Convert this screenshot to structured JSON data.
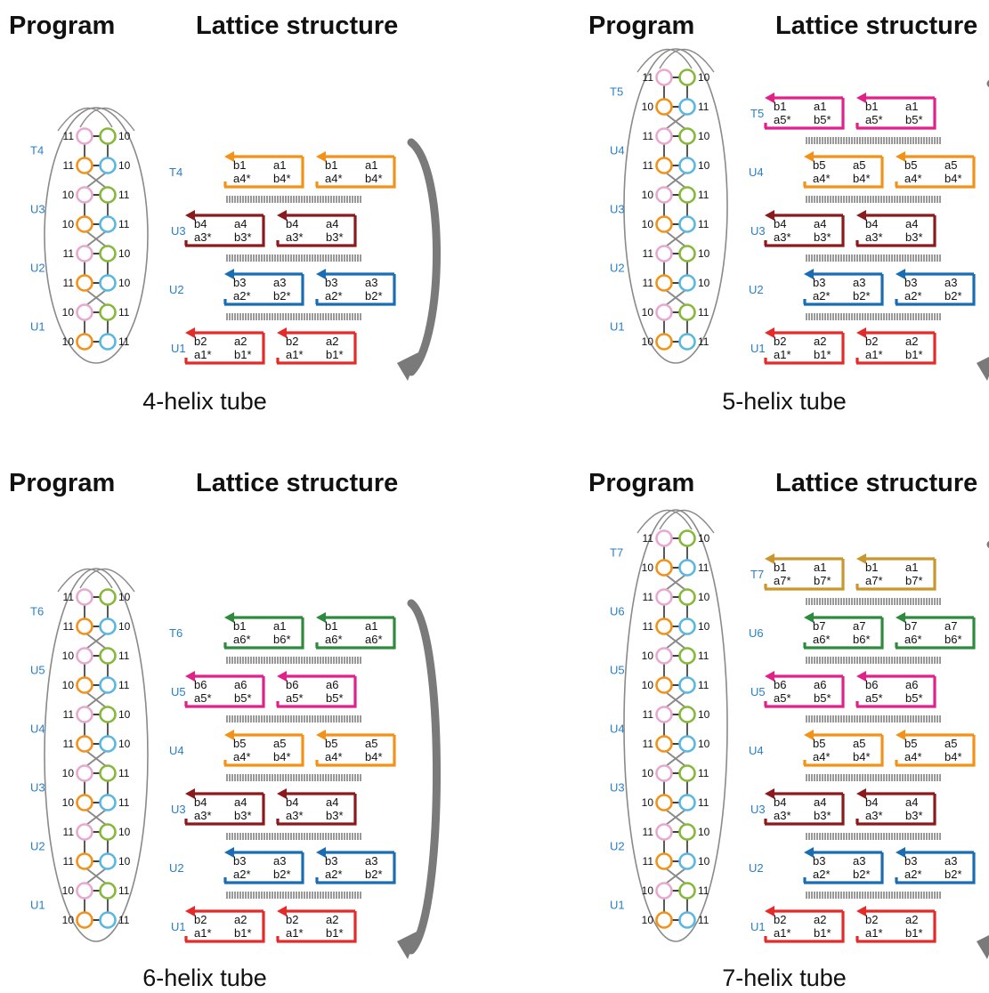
{
  "panels": [
    {
      "header_program": "Program",
      "header_lattice": "Lattice structure",
      "caption": "4-helix tube",
      "circle_rows": [
        [
          "11",
          "10"
        ],
        [
          "11",
          "10"
        ],
        [
          "10",
          "11"
        ],
        [
          "10",
          "11"
        ],
        [
          "11",
          "10"
        ],
        [
          "11",
          "10"
        ],
        [
          "10",
          "11"
        ],
        [
          "10",
          "11"
        ]
      ],
      "circle_labels": [
        "T4",
        "U3",
        "U2",
        "U1"
      ],
      "tiles": [
        {
          "label": "T4",
          "color": "#f39219",
          "left": {
            "top": [
              "b1",
              "a1"
            ],
            "bot": [
              "a4*",
              "b4*"
            ]
          },
          "right": {
            "top": [
              "b1",
              "a1"
            ],
            "bot": [
              "a4*",
              "b4*"
            ]
          }
        },
        {
          "label": "U3",
          "color": "#8b1a1d",
          "left": {
            "top": [
              "b4",
              "a4"
            ],
            "bot": [
              "a3*",
              "b3*"
            ]
          },
          "right": {
            "top": [
              "b4",
              "a4"
            ],
            "bot": [
              "a3*",
              "b3*"
            ]
          }
        },
        {
          "label": "U2",
          "color": "#1a6db3",
          "left": {
            "top": [
              "b3",
              "a3"
            ],
            "bot": [
              "a2*",
              "b2*"
            ]
          },
          "right": {
            "top": [
              "b3",
              "a3"
            ],
            "bot": [
              "a2*",
              "b2*"
            ]
          }
        },
        {
          "label": "U1",
          "color": "#e52a2a",
          "left": {
            "top": [
              "b2",
              "a2"
            ],
            "bot": [
              "a1*",
              "b1*"
            ]
          },
          "right": {
            "top": [
              "b2",
              "a2"
            ],
            "bot": [
              "a1*",
              "b1*"
            ]
          }
        }
      ]
    },
    {
      "header_program": "Program",
      "header_lattice": "Lattice structure",
      "caption": "5-helix tube",
      "circle_rows": [
        [
          "11",
          "10"
        ],
        [
          "10",
          "11"
        ],
        [
          "11",
          "10"
        ],
        [
          "11",
          "10"
        ],
        [
          "10",
          "11"
        ],
        [
          "10",
          "11"
        ],
        [
          "11",
          "10"
        ],
        [
          "11",
          "10"
        ],
        [
          "10",
          "11"
        ],
        [
          "10",
          "11"
        ]
      ],
      "circle_labels": [
        "T5",
        "U4",
        "U3",
        "U2",
        "U1"
      ],
      "tiles": [
        {
          "label": "T5",
          "color": "#e0218a",
          "left": {
            "top": [
              "b1",
              "a1"
            ],
            "bot": [
              "a5*",
              "b5*"
            ]
          },
          "right": {
            "top": [
              "b1",
              "a1"
            ],
            "bot": [
              "a5*",
              "b5*"
            ]
          }
        },
        {
          "label": "U4",
          "color": "#f39219",
          "left": {
            "top": [
              "b5",
              "a5"
            ],
            "bot": [
              "a4*",
              "b4*"
            ]
          },
          "right": {
            "top": [
              "b5",
              "a5"
            ],
            "bot": [
              "a4*",
              "b4*"
            ]
          }
        },
        {
          "label": "U3",
          "color": "#8b1a1d",
          "left": {
            "top": [
              "b4",
              "a4"
            ],
            "bot": [
              "a3*",
              "b3*"
            ]
          },
          "right": {
            "top": [
              "b4",
              "a4"
            ],
            "bot": [
              "a3*",
              "b3*"
            ]
          }
        },
        {
          "label": "U2",
          "color": "#1a6db3",
          "left": {
            "top": [
              "b3",
              "a3"
            ],
            "bot": [
              "a2*",
              "b2*"
            ]
          },
          "right": {
            "top": [
              "b3",
              "a3"
            ],
            "bot": [
              "a2*",
              "b2*"
            ]
          }
        },
        {
          "label": "U1",
          "color": "#e52a2a",
          "left": {
            "top": [
              "b2",
              "a2"
            ],
            "bot": [
              "a1*",
              "b1*"
            ]
          },
          "right": {
            "top": [
              "b2",
              "a2"
            ],
            "bot": [
              "a1*",
              "b1*"
            ]
          }
        }
      ]
    },
    {
      "header_program": "Program",
      "header_lattice": "Lattice structure",
      "caption": "6-helix tube",
      "circle_rows": [
        [
          "11",
          "10"
        ],
        [
          "11",
          "10"
        ],
        [
          "10",
          "11"
        ],
        [
          "10",
          "11"
        ],
        [
          "11",
          "10"
        ],
        [
          "11",
          "10"
        ],
        [
          "10",
          "11"
        ],
        [
          "10",
          "11"
        ],
        [
          "11",
          "10"
        ],
        [
          "11",
          "10"
        ],
        [
          "10",
          "11"
        ],
        [
          "10",
          "11"
        ]
      ],
      "circle_labels": [
        "T6",
        "U5",
        "U4",
        "U3",
        "U2",
        "U1"
      ],
      "tiles": [
        {
          "label": "T6",
          "color": "#2e8b3d",
          "left": {
            "top": [
              "b1",
              "a1"
            ],
            "bot": [
              "a6*",
              "b6*"
            ]
          },
          "right": {
            "top": [
              "b1",
              "a1"
            ],
            "bot": [
              "a6*",
              "a6*"
            ]
          }
        },
        {
          "label": "U5",
          "color": "#e0218a",
          "left": {
            "top": [
              "b6",
              "a6"
            ],
            "bot": [
              "a5*",
              "b5*"
            ]
          },
          "right": {
            "top": [
              "b6",
              "a6"
            ],
            "bot": [
              "a5*",
              "b5*"
            ]
          }
        },
        {
          "label": "U4",
          "color": "#f39219",
          "left": {
            "top": [
              "b5",
              "a5"
            ],
            "bot": [
              "a4*",
              "b4*"
            ]
          },
          "right": {
            "top": [
              "b5",
              "a5"
            ],
            "bot": [
              "a4*",
              "b4*"
            ]
          }
        },
        {
          "label": "U3",
          "color": "#8b1a1d",
          "left": {
            "top": [
              "b4",
              "a4"
            ],
            "bot": [
              "a3*",
              "b3*"
            ]
          },
          "right": {
            "top": [
              "b4",
              "a4"
            ],
            "bot": [
              "a3*",
              "b3*"
            ]
          }
        },
        {
          "label": "U2",
          "color": "#1a6db3",
          "left": {
            "top": [
              "b3",
              "a3"
            ],
            "bot": [
              "a2*",
              "b2*"
            ]
          },
          "right": {
            "top": [
              "b3",
              "a3"
            ],
            "bot": [
              "a2*",
              "b2*"
            ]
          }
        },
        {
          "label": "U1",
          "color": "#e52a2a",
          "left": {
            "top": [
              "b2",
              "a2"
            ],
            "bot": [
              "a1*",
              "b1*"
            ]
          },
          "right": {
            "top": [
              "b2",
              "a2"
            ],
            "bot": [
              "a1*",
              "b1*"
            ]
          }
        }
      ]
    },
    {
      "header_program": "Program",
      "header_lattice": "Lattice structure",
      "caption": "7-helix tube",
      "circle_rows": [
        [
          "11",
          "10"
        ],
        [
          "10",
          "11"
        ],
        [
          "11",
          "10"
        ],
        [
          "11",
          "10"
        ],
        [
          "10",
          "11"
        ],
        [
          "10",
          "11"
        ],
        [
          "11",
          "10"
        ],
        [
          "11",
          "10"
        ],
        [
          "10",
          "11"
        ],
        [
          "10",
          "11"
        ],
        [
          "11",
          "10"
        ],
        [
          "11",
          "10"
        ],
        [
          "10",
          "11"
        ],
        [
          "10",
          "11"
        ]
      ],
      "circle_labels": [
        "T7",
        "U6",
        "U5",
        "U4",
        "U3",
        "U2",
        "U1"
      ],
      "tiles": [
        {
          "label": "T7",
          "color": "#c9972e",
          "left": {
            "top": [
              "b1",
              "a1"
            ],
            "bot": [
              "a7*",
              "b7*"
            ]
          },
          "right": {
            "top": [
              "b1",
              "a1"
            ],
            "bot": [
              "a7*",
              "b7*"
            ]
          }
        },
        {
          "label": "U6",
          "color": "#2e8b3d",
          "left": {
            "top": [
              "b7",
              "a7"
            ],
            "bot": [
              "a6*",
              "b6*"
            ]
          },
          "right": {
            "top": [
              "b7",
              "a7"
            ],
            "bot": [
              "a6*",
              "b6*"
            ]
          }
        },
        {
          "label": "U5",
          "color": "#e0218a",
          "left": {
            "top": [
              "b6",
              "a6"
            ],
            "bot": [
              "a5*",
              "b5*"
            ]
          },
          "right": {
            "top": [
              "b6",
              "a6"
            ],
            "bot": [
              "a5*",
              "b5*"
            ]
          }
        },
        {
          "label": "U4",
          "color": "#f39219",
          "left": {
            "top": [
              "b5",
              "a5"
            ],
            "bot": [
              "a4*",
              "b4*"
            ]
          },
          "right": {
            "top": [
              "b5",
              "a5"
            ],
            "bot": [
              "a4*",
              "b4*"
            ]
          }
        },
        {
          "label": "U3",
          "color": "#8b1a1d",
          "left": {
            "top": [
              "b4",
              "a4"
            ],
            "bot": [
              "a3*",
              "b3*"
            ]
          },
          "right": {
            "top": [
              "b4",
              "a4"
            ],
            "bot": [
              "a3*",
              "b3*"
            ]
          }
        },
        {
          "label": "U2",
          "color": "#1a6db3",
          "left": {
            "top": [
              "b3",
              "a3"
            ],
            "bot": [
              "a2*",
              "b2*"
            ]
          },
          "right": {
            "top": [
              "b3",
              "a3"
            ],
            "bot": [
              "a2*",
              "b2*"
            ]
          }
        },
        {
          "label": "U1",
          "color": "#e52a2a",
          "left": {
            "top": [
              "b2",
              "a2"
            ],
            "bot": [
              "a1*",
              "b1*"
            ]
          },
          "right": {
            "top": [
              "b2",
              "a2"
            ],
            "bot": [
              "a1*",
              "b1*"
            ]
          }
        }
      ]
    }
  ],
  "colors": {
    "circle_pink": "#e8a9cf",
    "circle_green": "#86b83a",
    "circle_orange": "#f39219",
    "circle_blue": "#5ab8e0",
    "helix_label": "#2a7fc4",
    "loop_gray": "#8a8a8a",
    "arrow_gray": "#7a7a7a"
  }
}
